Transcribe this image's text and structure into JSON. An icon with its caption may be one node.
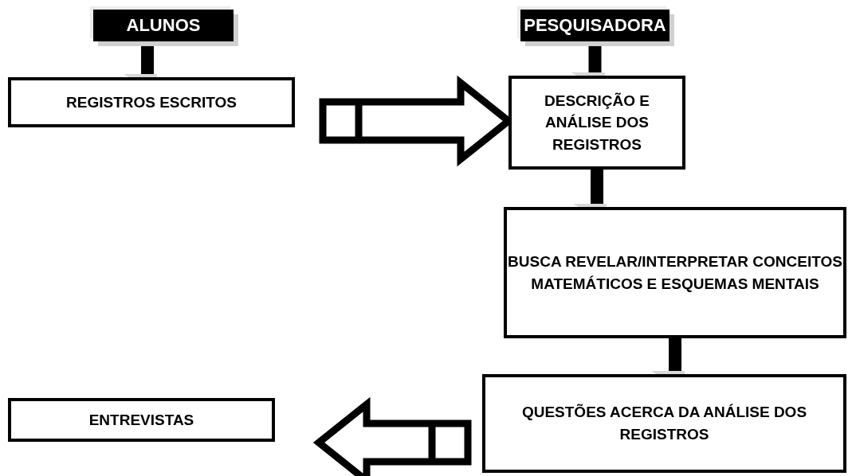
{
  "diagram": {
    "nodes": [
      {
        "text": [
          "ALUNOS"
        ]
      },
      {
        "text": [
          "PESQUISADORA"
        ]
      },
      {
        "text": [
          "REGISTROS ESCRITOS"
        ]
      },
      {
        "text": [
          "DESCRIÇÃO E ANÁLISE DOS REGISTROS"
        ]
      },
      {
        "text": [
          "BUSCA REVELAR/INTERPRETAR CONCEITOS MATEMÁTICOS E ESQUEMAS MENTAIS"
        ]
      },
      {
        "text": [
          "QUESTÕES ACERCA DA ANÁLISE DOS REGISTROS"
        ]
      },
      {
        "text": [
          "ENTREVISTAS"
        ]
      }
    ],
    "edges": [
      {
        "from": 0,
        "to": 2,
        "arrow": "to"
      },
      {
        "from": 1,
        "to": 3,
        "arrow": "to"
      },
      {
        "from": 2,
        "to": 3,
        "arrow": "to",
        "style": "thick"
      },
      {
        "from": 3,
        "to": 4,
        "arrow": "to"
      },
      {
        "from": 4,
        "to": 5,
        "arrow": "to"
      },
      {
        "from": 5,
        "to": 6,
        "arrow": "to",
        "style": "thick"
      }
    ]
  }
}
